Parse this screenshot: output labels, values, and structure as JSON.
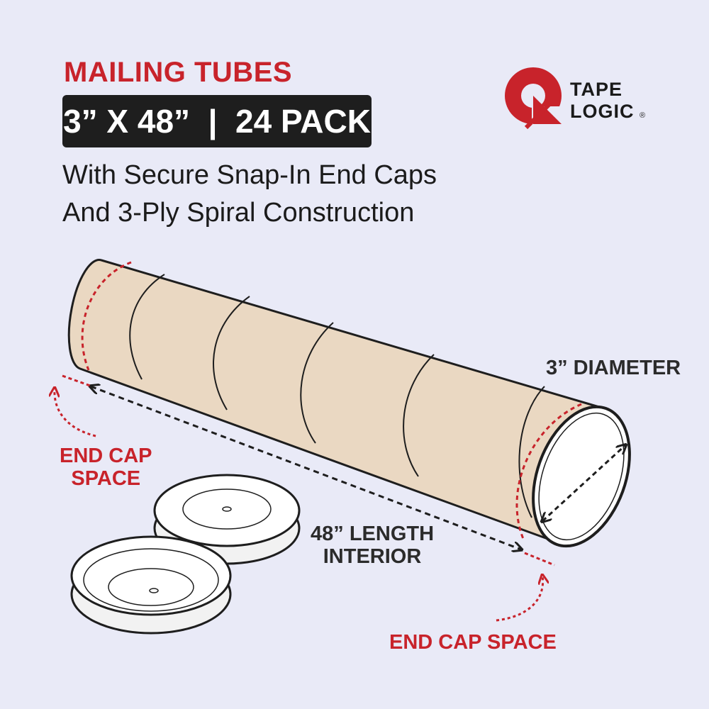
{
  "header": {
    "headline": "MAILING TUBES",
    "size_banner": "3” X 48”  |  24 PACK",
    "subheadline_line1": "With Secure Snap-In End Caps",
    "subheadline_line2": "And 3-Ply Spiral Construction"
  },
  "brand": {
    "word1": "TAPE",
    "word2": "LOGIC",
    "registered_mark": "®",
    "logo_color": "#c8232b"
  },
  "callouts": {
    "diameter": "3” DIAMETER",
    "length_line1": "48” LENGTH",
    "length_line2": "INTERIOR",
    "end_cap_space_left_line1": "END CAP",
    "end_cap_space_left_line2": "SPACE",
    "end_cap_space_right": "END CAP SPACE"
  },
  "colors": {
    "background": "#e9eaf7",
    "accent_red": "#c8232b",
    "tube_kraft": "#ead8c2",
    "banner_dark": "#1e1e1e"
  },
  "icons": [
    "tape-logic-logo-icon",
    "mailing-tube-icon",
    "end-cap-icon",
    "dimension-arrow-icon"
  ]
}
